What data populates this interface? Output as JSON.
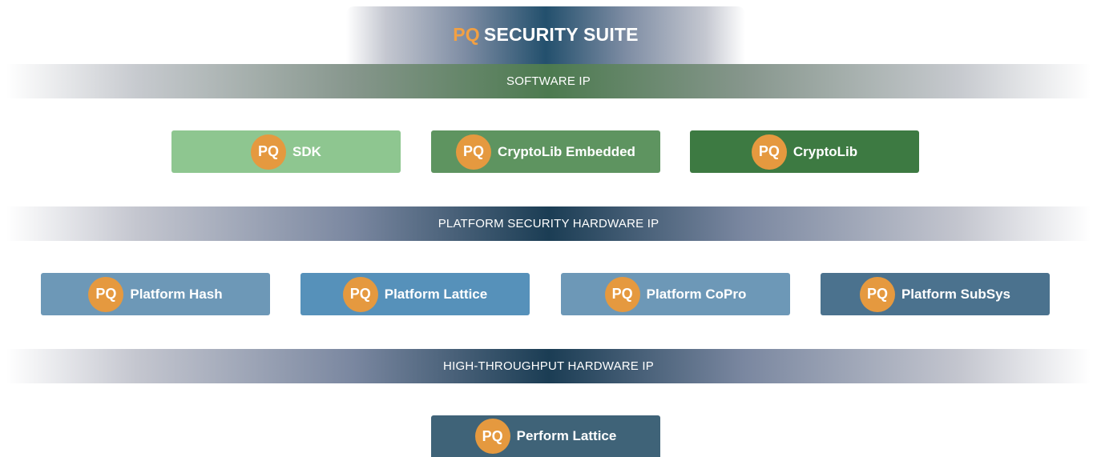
{
  "header": {
    "brand": "PQ",
    "title": "SECURITY SUITE"
  },
  "sections": {
    "software": {
      "label": "SOFTWARE IP",
      "items": [
        {
          "badge": "PQ",
          "label": "SDK",
          "color": "#8ec690"
        },
        {
          "badge": "PQ",
          "label": "CryptoLib Embedded",
          "color": "#5e9460"
        },
        {
          "badge": "PQ",
          "label": "CryptoLib",
          "color": "#3d7a42"
        }
      ]
    },
    "platform": {
      "label": "PLATFORM SECURITY HARDWARE IP",
      "items": [
        {
          "badge": "PQ",
          "label": "Platform Hash",
          "color": "#6d98b7"
        },
        {
          "badge": "PQ",
          "label": "Platform Lattice",
          "color": "#5691ba"
        },
        {
          "badge": "PQ",
          "label": "Platform CoPro",
          "color": "#6d98b7"
        },
        {
          "badge": "PQ",
          "label": "Platform SubSys",
          "color": "#4b728e"
        }
      ]
    },
    "throughput": {
      "label": "HIGH-THROUGHPUT HARDWARE IP",
      "items": [
        {
          "badge": "PQ",
          "label": "Perform Lattice",
          "color": "#3f6378"
        }
      ]
    }
  },
  "colors": {
    "badge": "#e5993f",
    "brand_accent": "#f2a043",
    "band_dark": "#1b3d54",
    "band_green": "#4c7a4f"
  }
}
